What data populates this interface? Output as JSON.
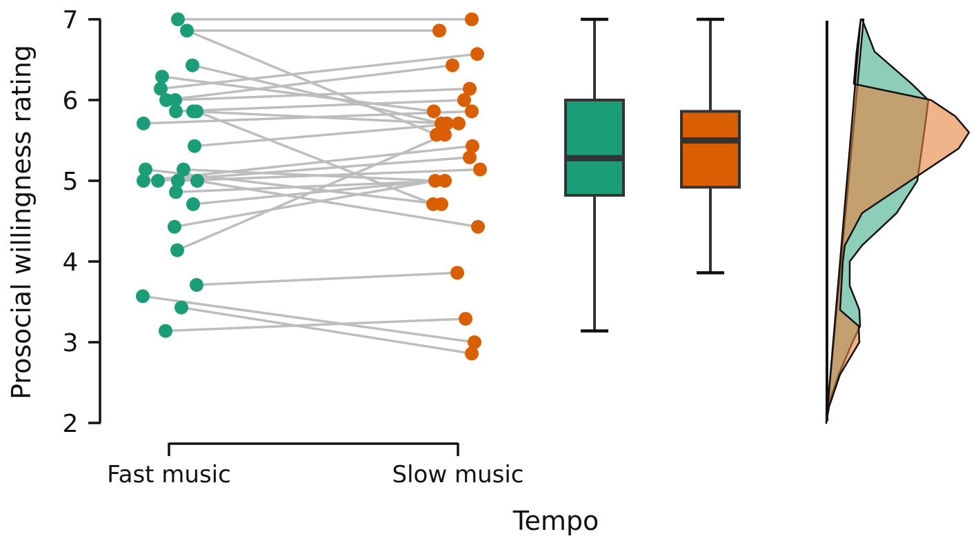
{
  "chart_data": {
    "type": "raincloud",
    "title": "",
    "xlabel": "Tempo",
    "ylabel": "Prosocial willingness rating",
    "ylim": [
      2,
      7
    ],
    "yticks": [
      2,
      3,
      4,
      5,
      6,
      7
    ],
    "grid": false,
    "legend": null,
    "categories": [
      "Fast music",
      "Slow music"
    ],
    "colors": {
      "fast": "#1b9e77",
      "slow": "#d95f02",
      "fast_density": "#1b9e77",
      "slow_density": "#e6823c",
      "line": "#bdbdbd",
      "box_stroke": "#333333"
    },
    "series": [
      {
        "name": "Fast music",
        "values": [
          7.0,
          6.86,
          6.43,
          6.29,
          6.14,
          6.0,
          6.0,
          5.86,
          5.86,
          5.86,
          5.71,
          5.43,
          5.14,
          5.14,
          5.0,
          5.0,
          5.0,
          5.0,
          4.86,
          4.71,
          4.43,
          4.14,
          3.71,
          3.57,
          3.43,
          3.14
        ],
        "jitter_x": [
          258,
          271,
          279,
          235,
          233,
          241,
          254,
          255,
          280,
          285,
          208,
          282,
          211,
          266,
          208,
          229,
          258,
          286,
          255,
          280,
          253,
          257,
          285,
          207,
          263,
          240
        ]
      },
      {
        "name": "Slow music",
        "values": [
          7.0,
          6.86,
          6.57,
          6.43,
          6.14,
          6.0,
          5.86,
          5.86,
          5.71,
          5.71,
          5.71,
          5.57,
          5.57,
          5.43,
          5.29,
          5.14,
          5.0,
          5.0,
          4.71,
          4.71,
          4.43,
          3.86,
          3.29,
          3.0,
          2.86
        ],
        "jitter_x": [
          684,
          637,
          692,
          656,
          681,
          673,
          629,
          684,
          640,
          648,
          665,
          633,
          645,
          685,
          681,
          696,
          631,
          645,
          628,
          640,
          693,
          663,
          675,
          688,
          684
        ]
      }
    ],
    "paired_lines": [
      [
        7.0,
        7.0
      ],
      [
        6.86,
        6.86
      ],
      [
        6.86,
        5.57
      ],
      [
        6.43,
        5.71
      ],
      [
        6.29,
        5.86
      ],
      [
        6.14,
        6.57
      ],
      [
        6.0,
        6.43
      ],
      [
        6.0,
        6.14
      ],
      [
        5.86,
        6.0
      ],
      [
        5.86,
        5.71
      ],
      [
        5.86,
        4.71
      ],
      [
        5.71,
        5.86
      ],
      [
        5.43,
        5.71
      ],
      [
        5.14,
        4.71
      ],
      [
        5.14,
        5.0
      ],
      [
        5.0,
        5.43
      ],
      [
        5.0,
        5.29
      ],
      [
        5.0,
        5.14
      ],
      [
        5.0,
        4.43
      ],
      [
        4.86,
        5.0
      ],
      [
        4.71,
        5.0
      ],
      [
        4.43,
        5.0
      ],
      [
        4.14,
        5.57
      ],
      [
        3.71,
        3.86
      ],
      [
        3.57,
        3.0
      ],
      [
        3.43,
        2.86
      ],
      [
        3.14,
        3.29
      ]
    ],
    "boxplots": [
      {
        "name": "Fast music",
        "min": 3.14,
        "q1": 4.82,
        "median": 5.28,
        "q3": 6.0,
        "max": 7.0
      },
      {
        "name": "Slow music",
        "min": 3.86,
        "q1": 4.92,
        "median": 5.5,
        "q3": 5.86,
        "max": 7.0
      }
    ],
    "densities": [
      {
        "name": "Fast music",
        "profile_y": [
          7.0,
          6.6,
          6.2,
          6.0,
          5.6,
          5.0,
          4.6,
          4.2,
          4.0,
          3.7,
          3.4,
          3.2,
          3.0,
          2.6,
          2.2,
          2.0
        ],
        "profile_x": [
          1250,
          1268,
          1322,
          1346,
          1340,
          1330,
          1300,
          1250,
          1232,
          1232,
          1246,
          1247,
          1236,
          1216,
          1200,
          1198
        ]
      },
      {
        "name": "Slow music",
        "profile_y": [
          7.0,
          6.6,
          6.2,
          6.0,
          5.8,
          5.6,
          5.4,
          5.0,
          4.6,
          4.2,
          4.0,
          3.7,
          3.4,
          3.2,
          3.0,
          2.6,
          2.2,
          2.0
        ],
        "profile_x": [
          1248,
          1242,
          1238,
          1350,
          1385,
          1405,
          1390,
          1320,
          1250,
          1225,
          1222,
          1220,
          1218,
          1245,
          1246,
          1218,
          1202,
          1198
        ]
      }
    ]
  },
  "axes": {
    "y_title": "Prosocial willingness rating",
    "x_title": "Tempo",
    "y_tick_labels": [
      "7",
      "6",
      "5",
      "4",
      "3",
      "2"
    ],
    "x_tick_labels": [
      "Fast music",
      "Slow music"
    ]
  }
}
